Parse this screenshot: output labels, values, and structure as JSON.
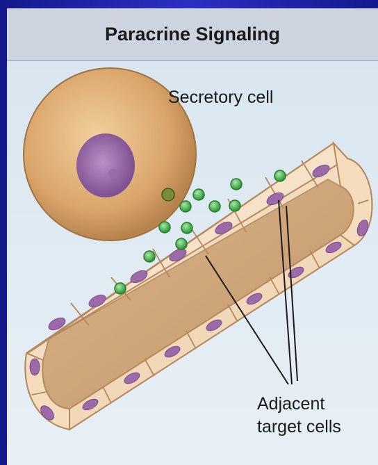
{
  "title": "Paracrine Signaling",
  "labels": {
    "secretory_cell": "Secretory cell",
    "adjacent_line1": "Adjacent",
    "adjacent_line2": "target cells"
  },
  "colors": {
    "background_frame": "#1a1f9e",
    "title_bar": "#cdd3df",
    "cell_body": "#d9a56a",
    "nucleus": "#8a5a9c",
    "signal_molecule": "#3fae4a",
    "target_cell": "#f3dcc0"
  }
}
